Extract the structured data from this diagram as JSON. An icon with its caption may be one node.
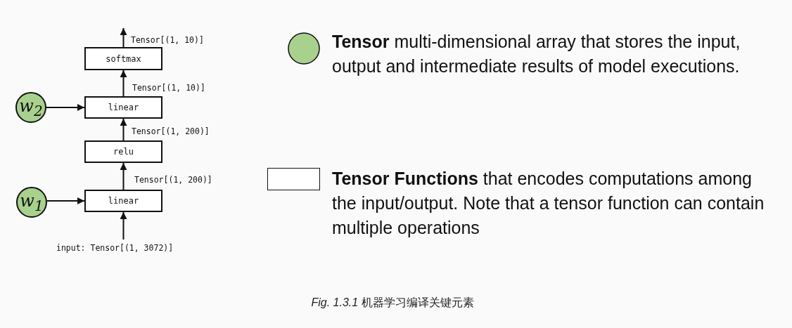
{
  "diagram": {
    "caption": "*Fig. 1.3.1* 机器学习编译关键元素",
    "nodes": [
      {
        "text": [
          "softmax"
        ]
      },
      {
        "text": [
          "w$_{2}$"
        ]
      },
      {
        "text": [
          "linear"
        ]
      },
      {
        "text": [
          "relu"
        ]
      },
      {
        "text": [
          "w$_{1}$"
        ]
      },
      {
        "text": [
          "linear"
        ]
      },
      {
        "text": [
          "input: Tensor[(1, 3072)]"
        ]
      }
    ],
    "edges": [
      {
        "from": 6,
        "to": 5,
        "arrow": "to"
      },
      {
        "from": 4,
        "to": 5,
        "arrow": "to"
      },
      {
        "from": 5,
        "to": 3,
        "arrow": "to",
        "label": "Tensor[(1, 200)]"
      },
      {
        "from": 3,
        "to": 2,
        "arrow": "to",
        "label": "Tensor[(1, 200)]"
      },
      {
        "from": 1,
        "to": 2,
        "arrow": "to"
      },
      {
        "from": 2,
        "to": 0,
        "arrow": "to",
        "label": "Tensor[(1, 10)]"
      },
      {
        "from": 0,
        "to": null,
        "arrow": "to",
        "label": "Tensor[(1, 10)]"
      }
    ],
    "legend": [
      {
        "text": "**Tensor** multi-dimensional array that stores the input, output and intermediate results of model executions.",
        "color": "#a9d18e"
      },
      {
        "text": "**Tensor Functions** that encodes computations among the input/output. Note that a tensor function can contain multiple operations",
        "color": "#ffffff"
      }
    ]
  }
}
